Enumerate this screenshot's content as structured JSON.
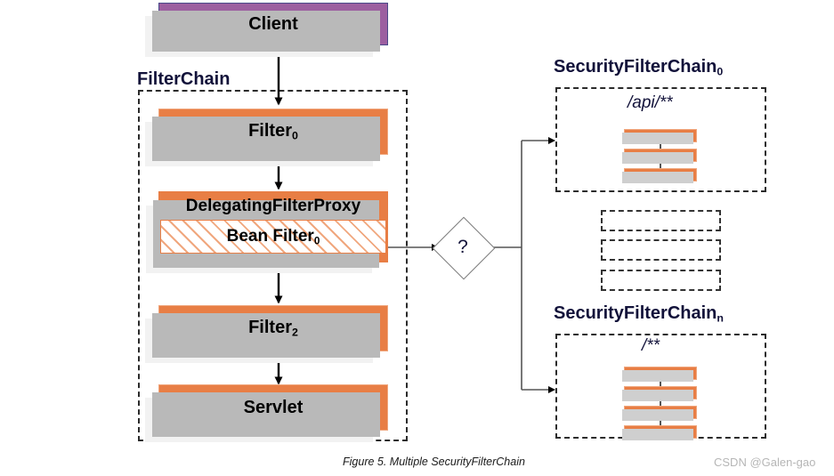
{
  "figure": {
    "caption": "Figure 5. Multiple SecurityFilterChain",
    "watermark": "CSDN @Galen-gao"
  },
  "colors": {
    "filter_orange": "#e87e45",
    "filter_orange_border": "#f0a77e",
    "client_purple": "#9c5fa0",
    "client_border": "#4a4a8a",
    "shadow_grey": "#b9b9b9",
    "dashed_border": "#2b2b2b",
    "label_text": "#12123a",
    "watermark_grey": "#b6b6b6"
  },
  "client": {
    "label": "Client"
  },
  "filter_chain": {
    "label": "FilterChain",
    "nodes": [
      {
        "label": "Filter",
        "sub": "0",
        "type": "filter"
      },
      {
        "label": "DelegatingFilterProxy",
        "sub": "",
        "type": "delegating-filter-proxy",
        "inner": {
          "label": "Bean Filter",
          "sub": "0"
        }
      },
      {
        "label": "Filter",
        "sub": "2",
        "type": "filter"
      },
      {
        "label": "Servlet",
        "sub": "",
        "type": "servlet"
      }
    ]
  },
  "decision": {
    "label": "?"
  },
  "security_filter_chains": [
    {
      "label": "SecurityFilterChain",
      "sub": "0",
      "pattern": "/api/**",
      "bar_count": 3
    },
    {
      "label": "SecurityFilterChain",
      "sub": "n",
      "pattern": "/**",
      "bar_count": 4
    }
  ],
  "placeholder_boxes": {
    "count": 3,
    "label": ""
  }
}
